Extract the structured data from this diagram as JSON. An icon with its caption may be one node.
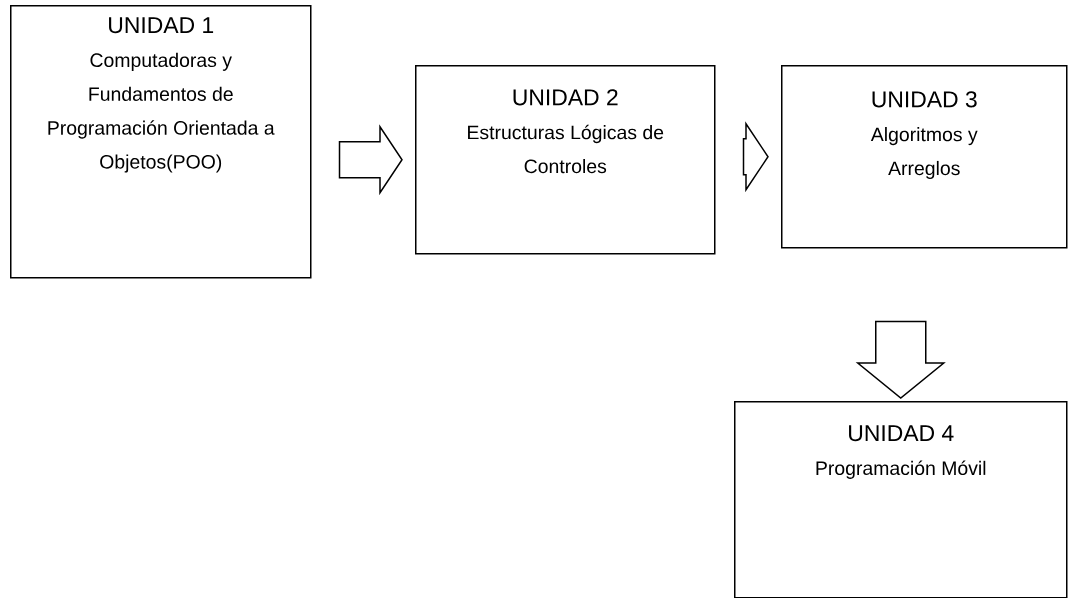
{
  "diagram": {
    "nodes": [
      {
        "text": [
          "UNIDAD 1",
          "Computadoras y Fundamentos de Programación Orientada a Objetos(POO)"
        ]
      },
      {
        "text": [
          "UNIDAD 2",
          "Estructuras Lógicas de Controles"
        ]
      },
      {
        "text": [
          "UNIDAD 3",
          "Algoritmos y Arreglos"
        ]
      },
      {
        "text": [
          "UNIDAD 4",
          "Programación Móvil"
        ]
      }
    ],
    "edges": [
      {
        "from": 0,
        "to": 1,
        "arrow": "to"
      },
      {
        "from": 1,
        "to": 2,
        "arrow": "to"
      },
      {
        "from": 2,
        "to": 3,
        "arrow": "to"
      }
    ]
  }
}
